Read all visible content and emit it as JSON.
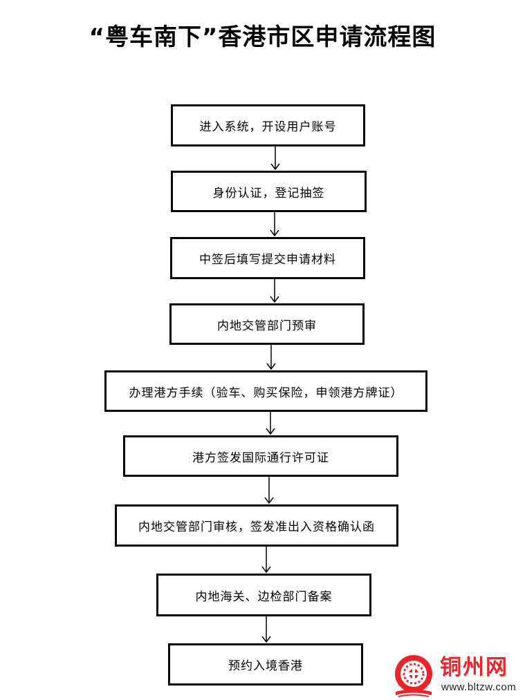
{
  "title": "“粤车南下”香港市区申请流程图",
  "steps": [
    "进入系统，开设用户账号",
    "身份认证，登记抽签",
    "中签后填写提交申请材料",
    "内地交管部门预审",
    "办理港方手续（验车、购买保险，申领港方牌证）",
    "港方签发国际通行许可证",
    "内地交管部门审核，签发准出入资格确认函",
    "内地海关、边检部门备案",
    "预约入境香港"
  ],
  "watermark": {
    "name": "铜州网",
    "url": "www.bltzw.com",
    "color": "#e8252b"
  }
}
